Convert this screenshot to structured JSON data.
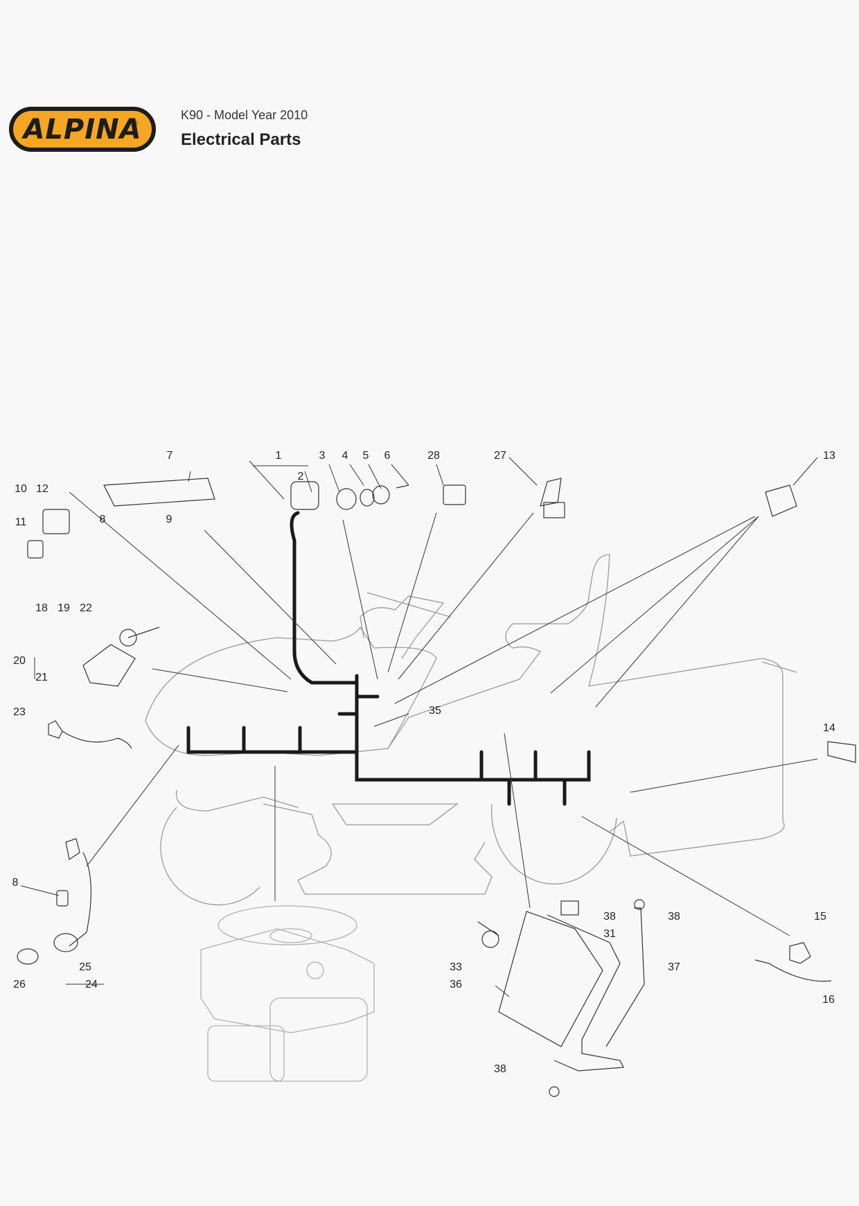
{
  "brand": {
    "logo_text": "ALPINA",
    "registered_mark": "®",
    "colors": {
      "logo_fill": "#f5a623",
      "logo_outline": "#1c1c1c"
    }
  },
  "header": {
    "model_line": "K90 - Model Year 2010",
    "title": "Electrical Parts"
  },
  "callouts": [
    {
      "text": "7"
    },
    {
      "text": "1"
    },
    {
      "text": "2"
    },
    {
      "text": "3"
    },
    {
      "text": "4"
    },
    {
      "text": "5"
    },
    {
      "text": "6"
    },
    {
      "text": "28"
    },
    {
      "text": "27"
    },
    {
      "text": "13"
    },
    {
      "text": "10"
    },
    {
      "text": "12"
    },
    {
      "text": "11"
    },
    {
      "text": "8"
    },
    {
      "text": "9"
    },
    {
      "text": "18"
    },
    {
      "text": "19"
    },
    {
      "text": "22"
    },
    {
      "text": "20"
    },
    {
      "text": "21"
    },
    {
      "text": "23"
    },
    {
      "text": "35"
    },
    {
      "text": "14"
    },
    {
      "text": "8"
    },
    {
      "text": "25"
    },
    {
      "text": "26"
    },
    {
      "text": "24"
    },
    {
      "text": "38"
    },
    {
      "text": "38"
    },
    {
      "text": "31"
    },
    {
      "text": "33"
    },
    {
      "text": "36"
    },
    {
      "text": "37"
    },
    {
      "text": "15"
    },
    {
      "text": "16"
    },
    {
      "text": "38"
    }
  ]
}
